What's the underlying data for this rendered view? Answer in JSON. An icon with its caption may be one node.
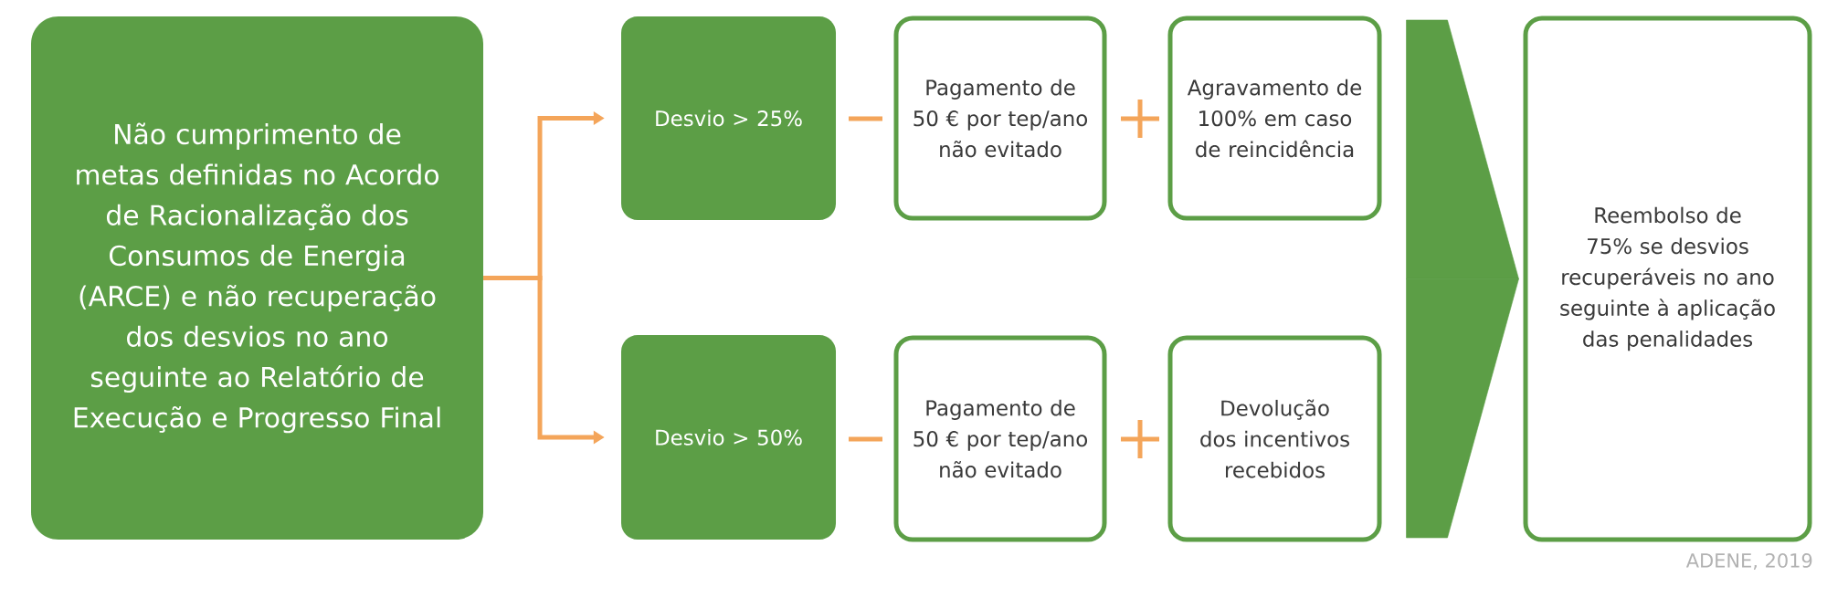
{
  "diagram": {
    "nodes": [
      {
        "text": [
          "Não cumprimento de metas definidas no Acordo de Racionalização dos Consumos de Energia (ARCE) e não recuperação dos desvios no ano seguinte ao Relatório de Execução e Progresso Final"
        ]
      },
      {
        "text": [
          "Desvio > 25%"
        ]
      },
      {
        "text": [
          "Pagamento de 50 € por tep/ano não evitado"
        ]
      },
      {
        "text": [
          "Agravamento de 100% em caso de reincidência"
        ]
      },
      {
        "text": [
          "Desvio > 50%"
        ]
      },
      {
        "text": [
          "Pagamento de 50 € por tep/ano não evitado"
        ]
      },
      {
        "text": [
          "Devolução dos incentivos recebidos"
        ]
      },
      {
        "text": [
          "Reembolso de 75% se desvios recuperáveis no ano seguinte à aplicação das penalidades"
        ]
      }
    ],
    "edges": [
      {
        "from": 0,
        "to": 1,
        "arrow": "to",
        "color": "#f4a55a"
      },
      {
        "from": 0,
        "to": 4,
        "arrow": "to",
        "color": "#f4a55a"
      },
      {
        "from": 3,
        "to": 7,
        "arrow": "to",
        "style": "thick",
        "color": "#5c9e46"
      },
      {
        "from": 6,
        "to": 7,
        "arrow": "to",
        "style": "thick",
        "color": "#5c9e46"
      }
    ],
    "labels": [
      "ADENE, 2019"
    ]
  }
}
